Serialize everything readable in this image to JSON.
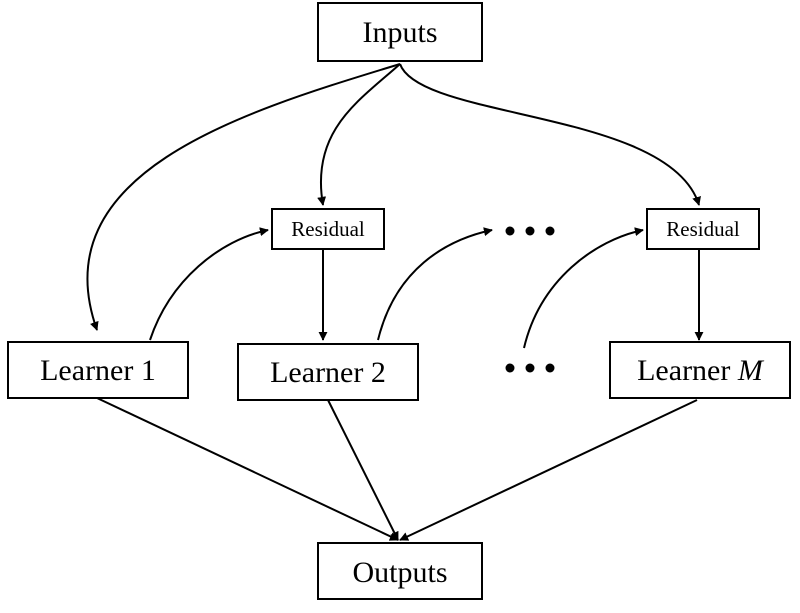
{
  "nodes": {
    "inputs": "Inputs",
    "residual_1": "Residual",
    "residual_m": "Residual",
    "learner_1": "Learner 1",
    "learner_2": "Learner 2",
    "learner_m_prefix": "Learner ",
    "learner_m_index": "M",
    "outputs": "Outputs"
  },
  "colors": {
    "stroke": "#000000",
    "fill": "#ffffff"
  }
}
